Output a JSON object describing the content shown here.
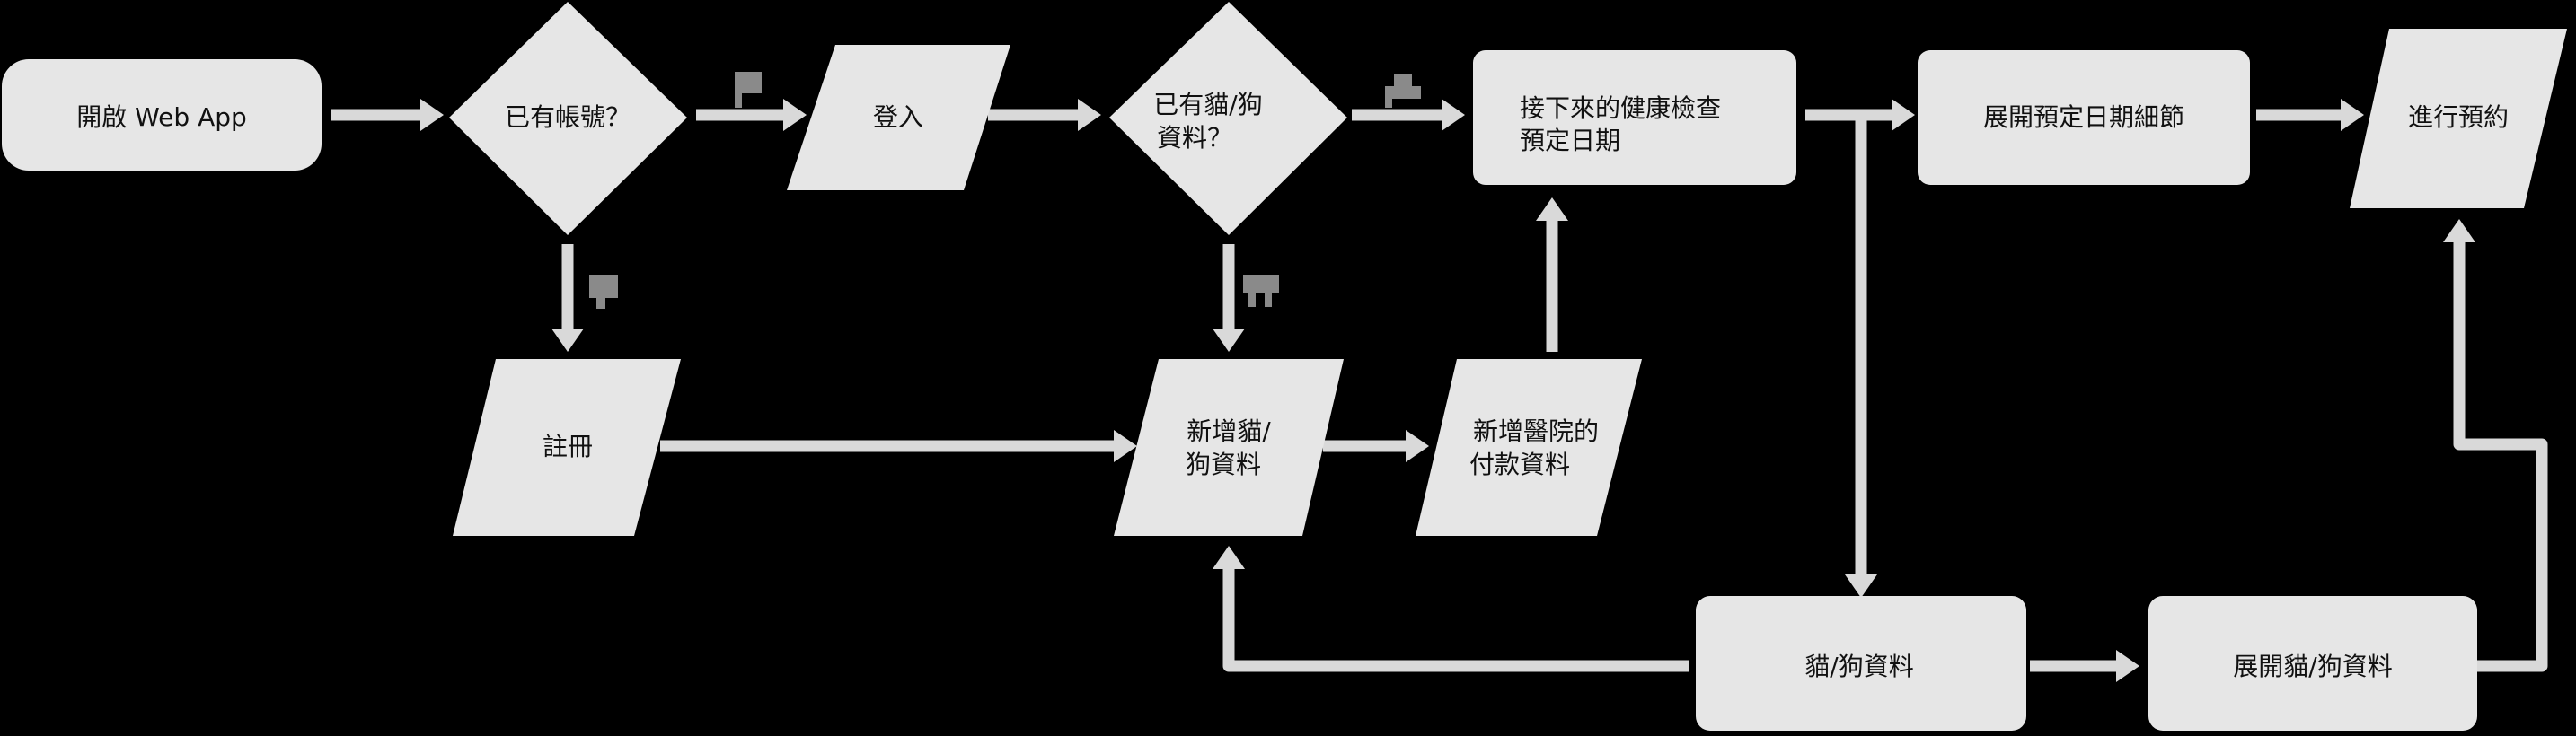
{
  "nodes": {
    "open_app": "開啟 Web App",
    "has_account": "已有帳號？",
    "login": "登入",
    "register": "註冊",
    "has_pet_line1": "已有貓/狗",
    "has_pet_line2": "資料？",
    "next_checkup_line1": "接下來的健康檢查",
    "next_checkup_line2": "預定日期",
    "expand_date": "展開預定日期細節",
    "make_booking": "進行預約",
    "add_pet_line1": "新增貓/",
    "add_pet_line2": "狗資料",
    "add_payment_line1": "新增醫院的",
    "add_payment_line2": "付款資料",
    "pet_info": "貓/狗資料",
    "expand_pet_info": "展開貓/狗資料"
  },
  "colors": {
    "background": "#000000",
    "shape": "#e6e6e6",
    "edge": "#d9d9d9",
    "tag": "#8a8a8a",
    "text": "#111111"
  }
}
